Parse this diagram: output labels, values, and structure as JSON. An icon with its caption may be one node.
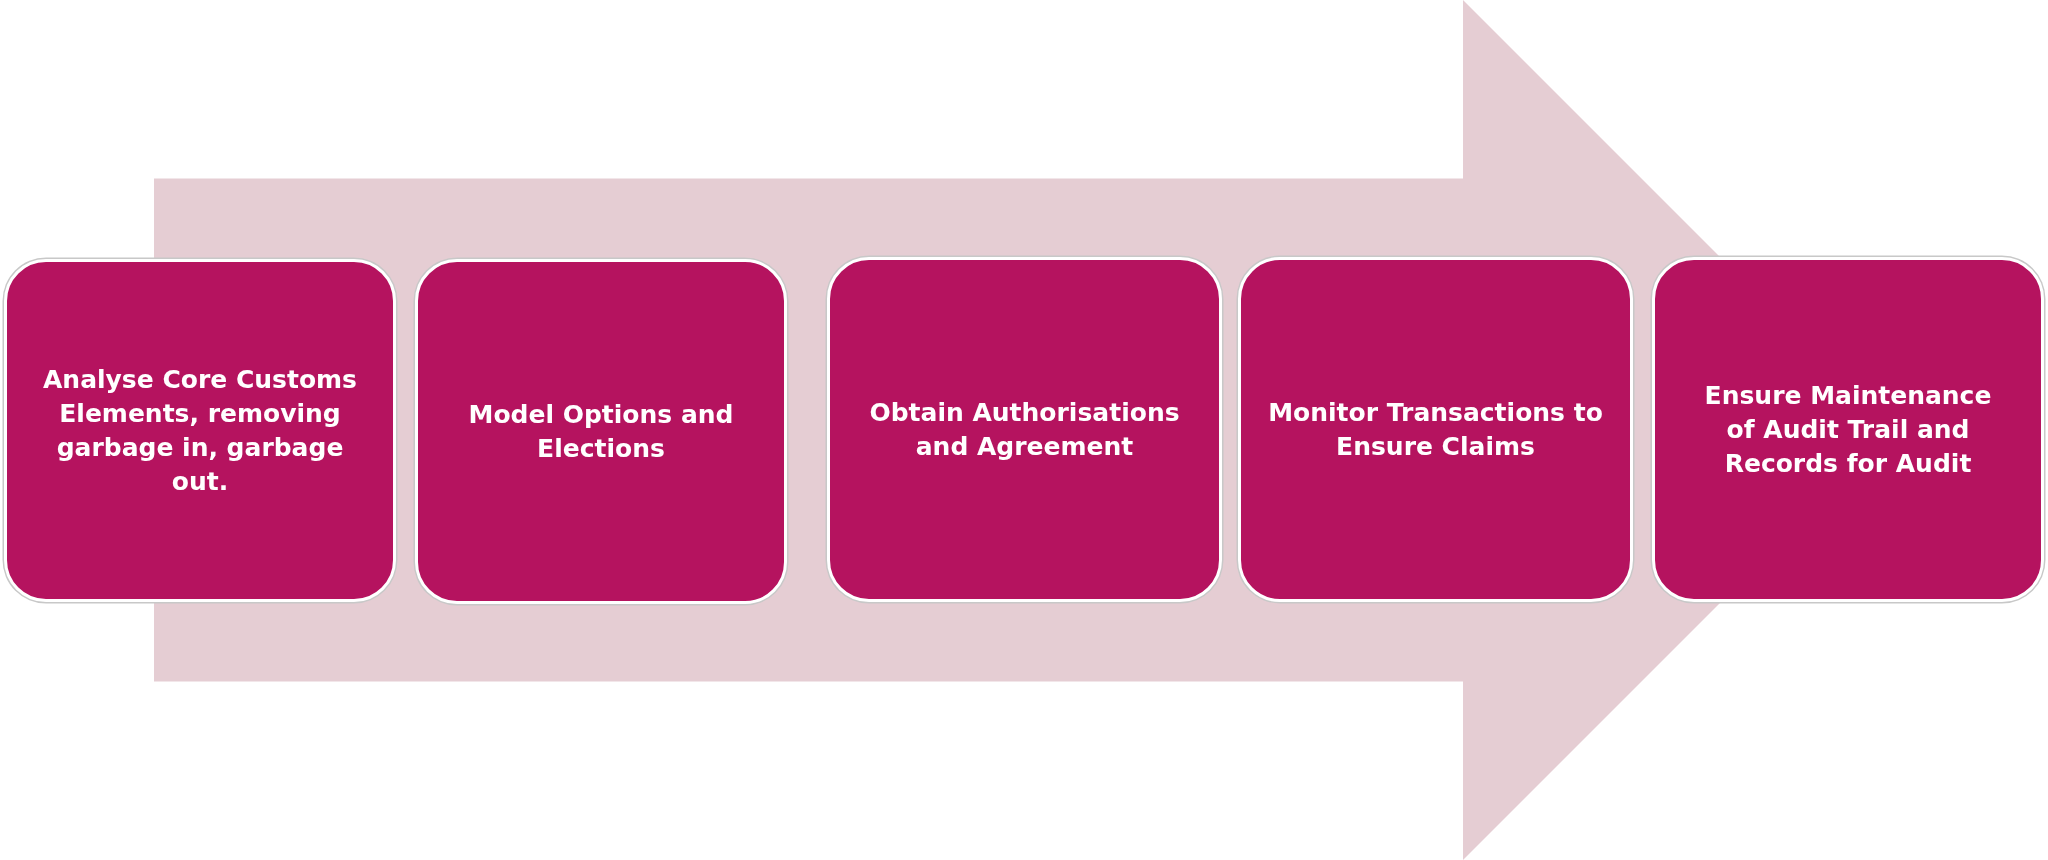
{
  "diagram": {
    "nodes": [
      {
        "text": [
          "Analyse Core Customs Elements, removing garbage in, garbage out."
        ]
      },
      {
        "text": [
          "Model Options and Elections"
        ]
      },
      {
        "text": [
          "Obtain Authorisations and Agreement"
        ]
      },
      {
        "text": [
          "Monitor Transactions to Ensure Claims"
        ]
      },
      {
        "text": [
          "Ensure Maintenance of Audit Trail and Records for Audit"
        ]
      }
    ],
    "edges": [
      {
        "from": 0,
        "to": 4,
        "arrow": "to",
        "style": "thick"
      }
    ]
  }
}
